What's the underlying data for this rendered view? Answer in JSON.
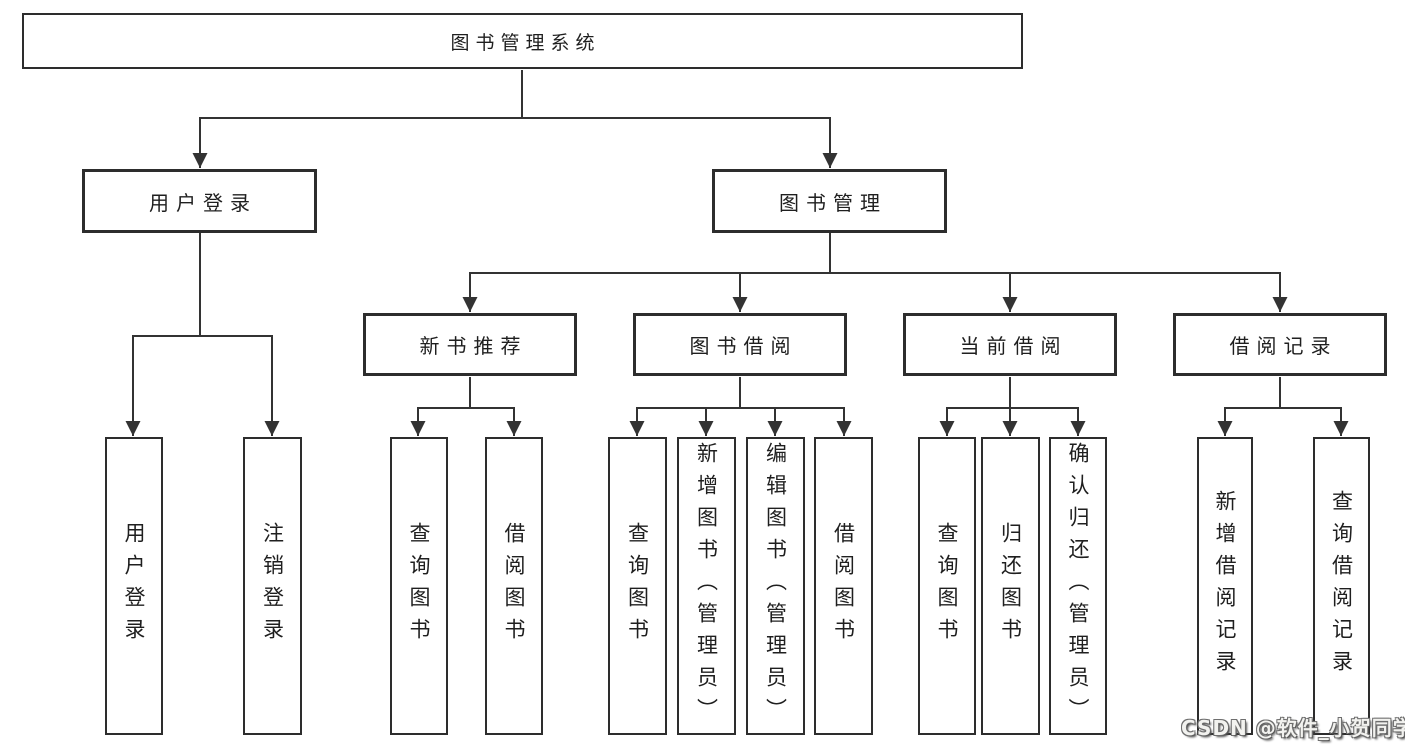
{
  "diagram_type": "hierarchy-tree",
  "colors": {
    "background": "#ffffff",
    "line": "#333333",
    "box_border": "#2d2d2d",
    "text": "#1f1f1f",
    "watermark_text": "#f2f2ef"
  },
  "tree": {
    "label": "图书管理系统",
    "children": [
      {
        "label": "用户登录",
        "children": [
          {
            "label": "用户登录"
          },
          {
            "label": "注销登录"
          }
        ]
      },
      {
        "label": "图书管理",
        "children": [
          {
            "label": "新书推荐",
            "children": [
              {
                "label": "查询图书"
              },
              {
                "label": "借阅图书"
              }
            ]
          },
          {
            "label": "图书借阅",
            "children": [
              {
                "label": "查询图书"
              },
              {
                "label": "新增图书（管理员）"
              },
              {
                "label": "编辑图书（管理员）"
              },
              {
                "label": "借阅图书"
              }
            ]
          },
          {
            "label": "当前借阅",
            "children": [
              {
                "label": "查询图书"
              },
              {
                "label": "归还图书"
              },
              {
                "label": "确认归还（管理员）"
              }
            ]
          },
          {
            "label": "借阅记录",
            "children": [
              {
                "label": "新增借阅记录"
              },
              {
                "label": "查询借阅记录"
              }
            ]
          }
        ]
      }
    ]
  },
  "watermark": {
    "text": "CSDN @软件_小贺同学"
  }
}
